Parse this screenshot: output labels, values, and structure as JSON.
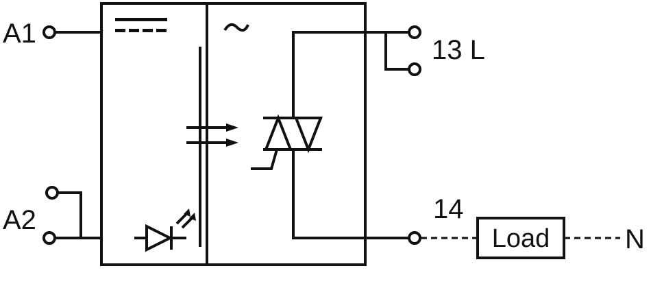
{
  "terminals": {
    "a1": "A1",
    "a2": "A2",
    "t13": "13 L",
    "t14": "14",
    "n": "N"
  },
  "load_label": "Load",
  "dc_symbol_name": "dc-symbol-icon",
  "ac_symbol_name": "ac-symbol-icon",
  "line_color": "#111111"
}
